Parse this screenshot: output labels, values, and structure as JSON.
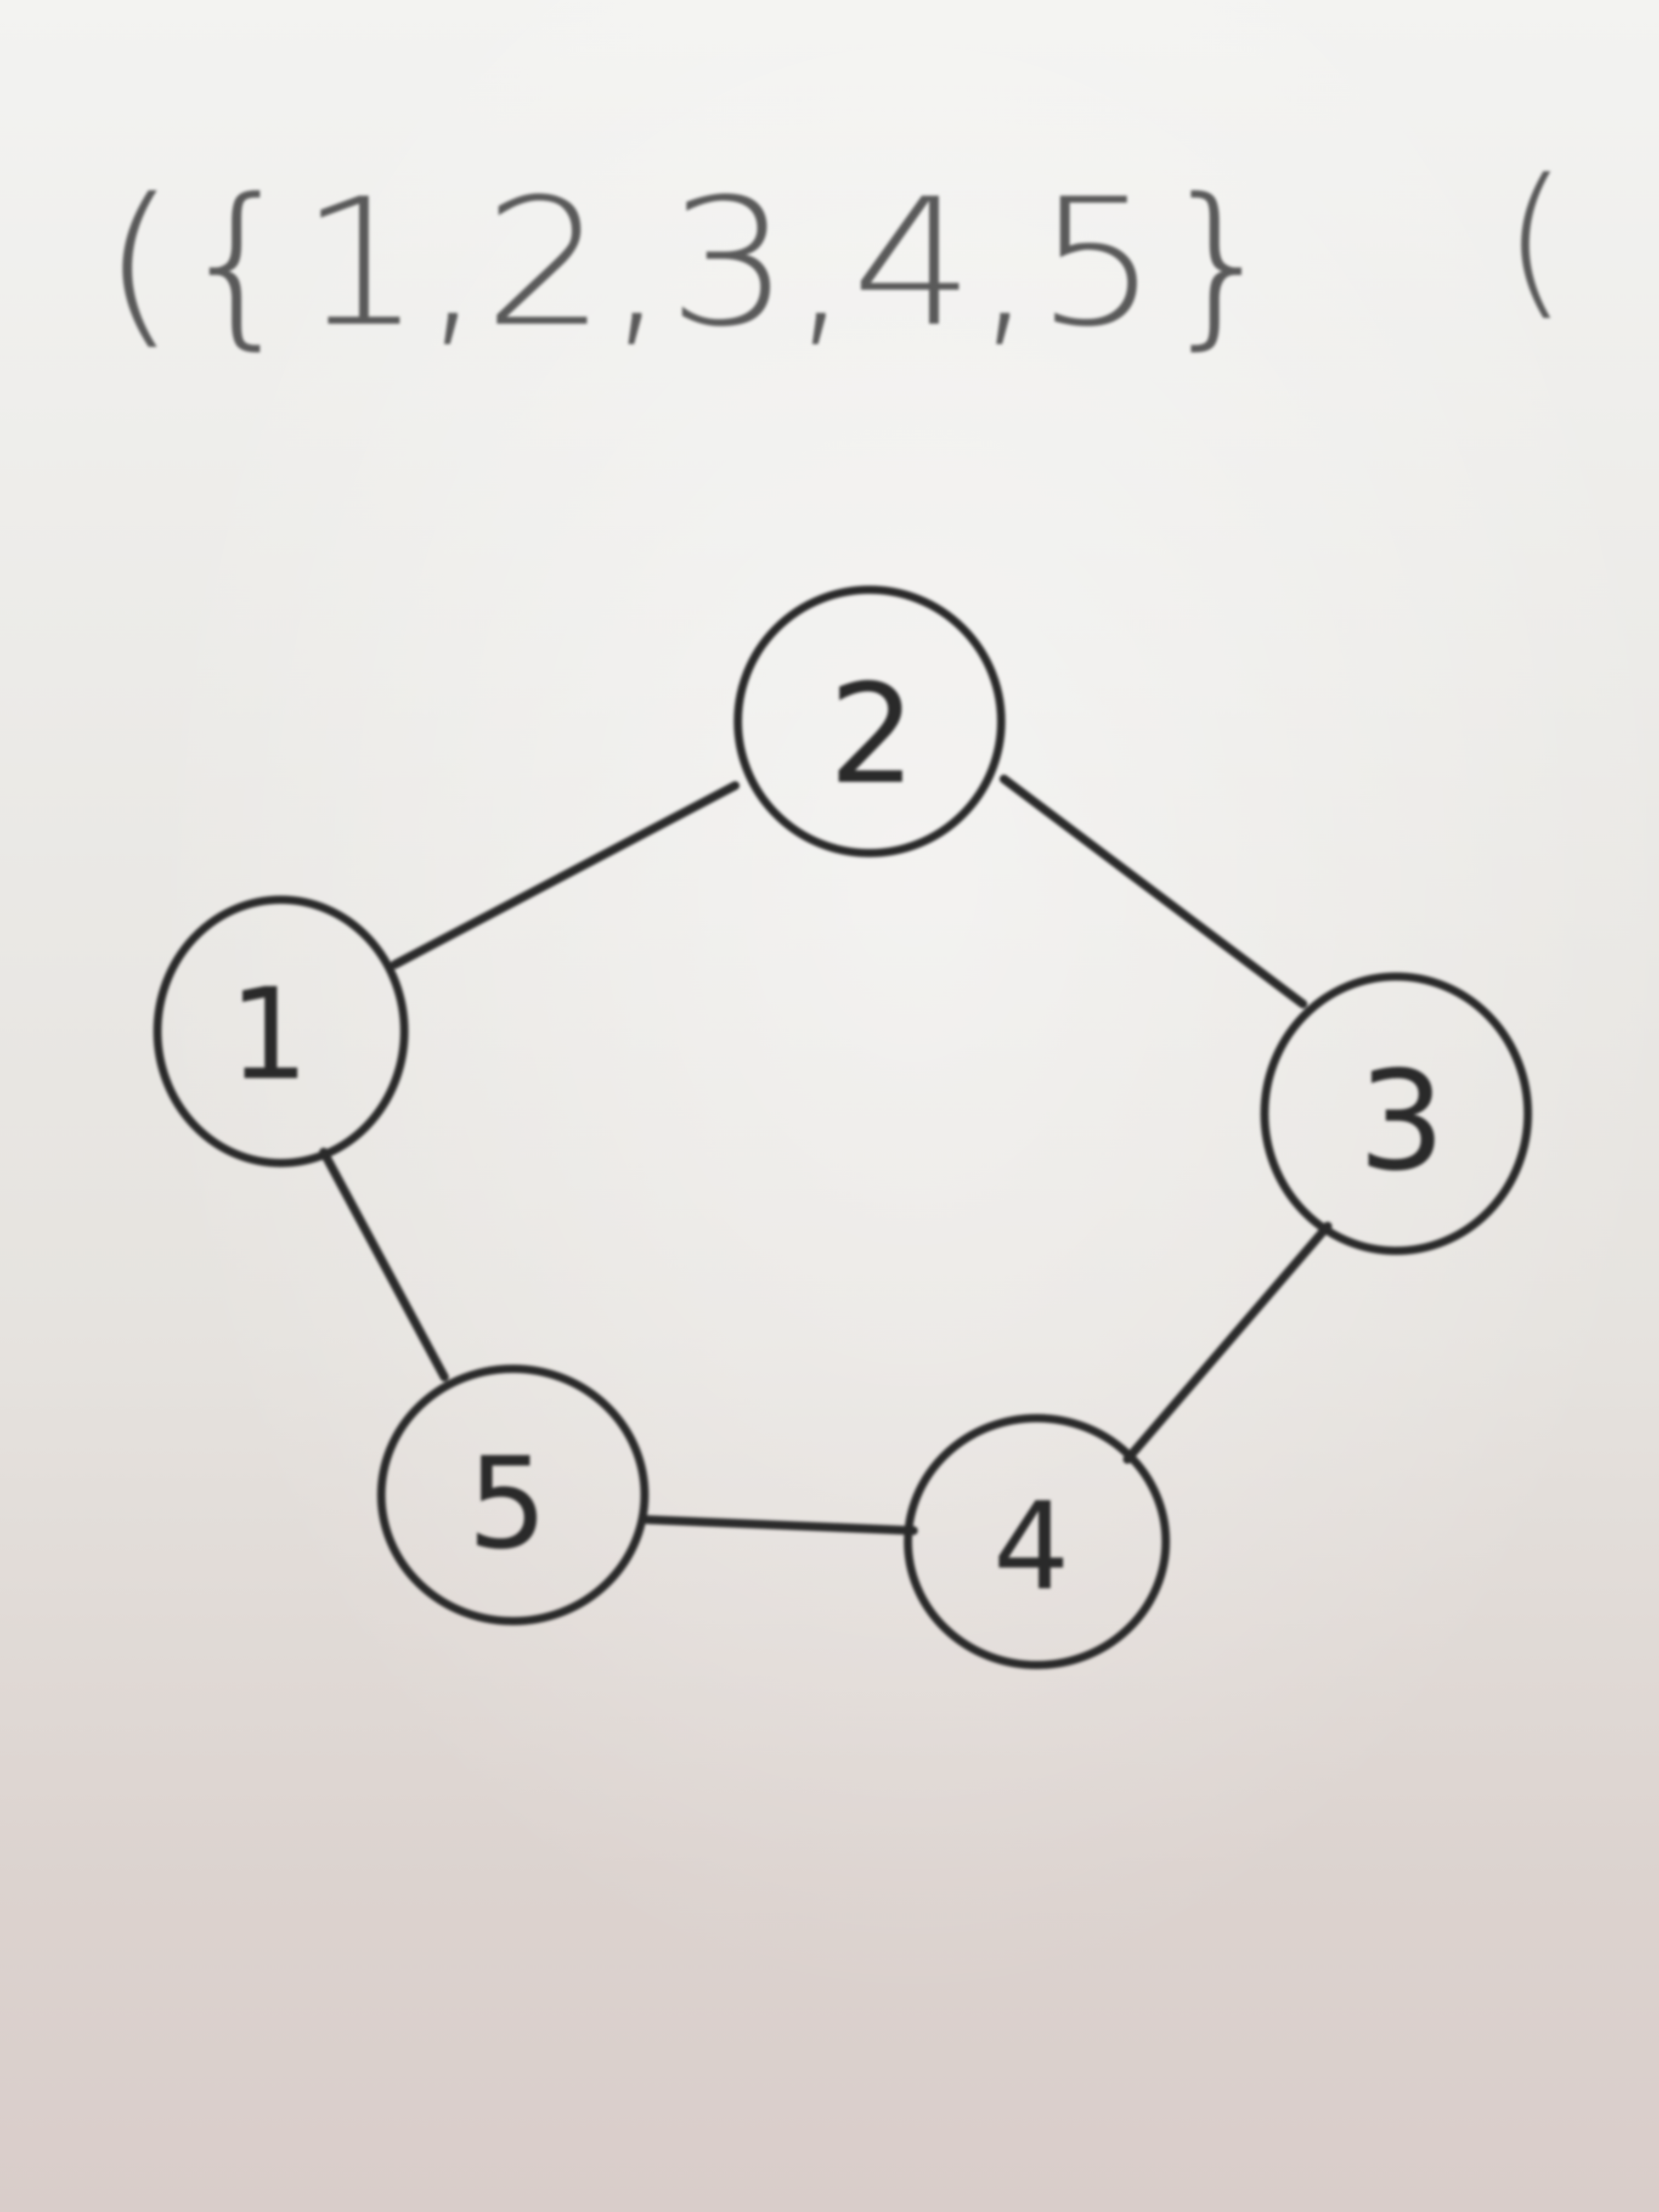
{
  "header": {
    "set_text": "({1,2,3,4,5}",
    "trailing_paren": "("
  },
  "graph": {
    "nodes": [
      {
        "id": "1",
        "label": "1"
      },
      {
        "id": "2",
        "label": "2"
      },
      {
        "id": "3",
        "label": "3"
      },
      {
        "id": "4",
        "label": "4"
      },
      {
        "id": "5",
        "label": "5"
      }
    ],
    "edges": [
      {
        "from": "1",
        "to": "2"
      },
      {
        "from": "2",
        "to": "3"
      },
      {
        "from": "3",
        "to": "4"
      },
      {
        "from": "4",
        "to": "5"
      },
      {
        "from": "5",
        "to": "1"
      }
    ]
  },
  "colors": {
    "ink": "#2a2a2a",
    "pencil": "#5a5a5a",
    "paper": "#ecebe8"
  }
}
